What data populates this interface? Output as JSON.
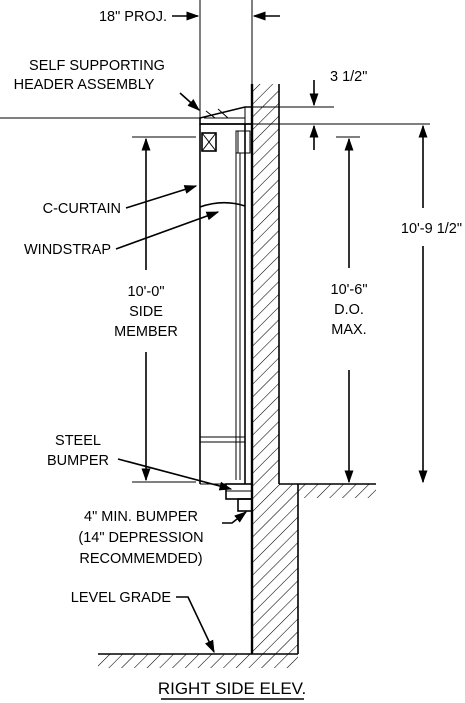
{
  "labels": {
    "projection": "18\" PROJ.",
    "header_line1": "SELF SUPPORTING",
    "header_line2": "HEADER ASSEMBLY",
    "header_clearance": "3 1/2\"",
    "c_curtain": "C-CURTAIN",
    "windstrap": "WINDSTRAP",
    "side_member_line1": "10'-0\"",
    "side_member_line2": "SIDE",
    "side_member_line3": "MEMBER",
    "door_opening_line1": "10'-6\"",
    "door_opening_line2": "D.O.",
    "door_opening_line3": "MAX.",
    "overall_height": "10'-9 1/2\"",
    "bumper_line1": "STEEL",
    "bumper_line2": "BUMPER",
    "depression_line1": "4\" MIN. BUMPER",
    "depression_line2": "(14\" DEPRESSION",
    "depression_line3": "RECOMMEMDED)",
    "level_grade": "LEVEL GRADE",
    "view_title": "RIGHT SIDE ELEV."
  }
}
